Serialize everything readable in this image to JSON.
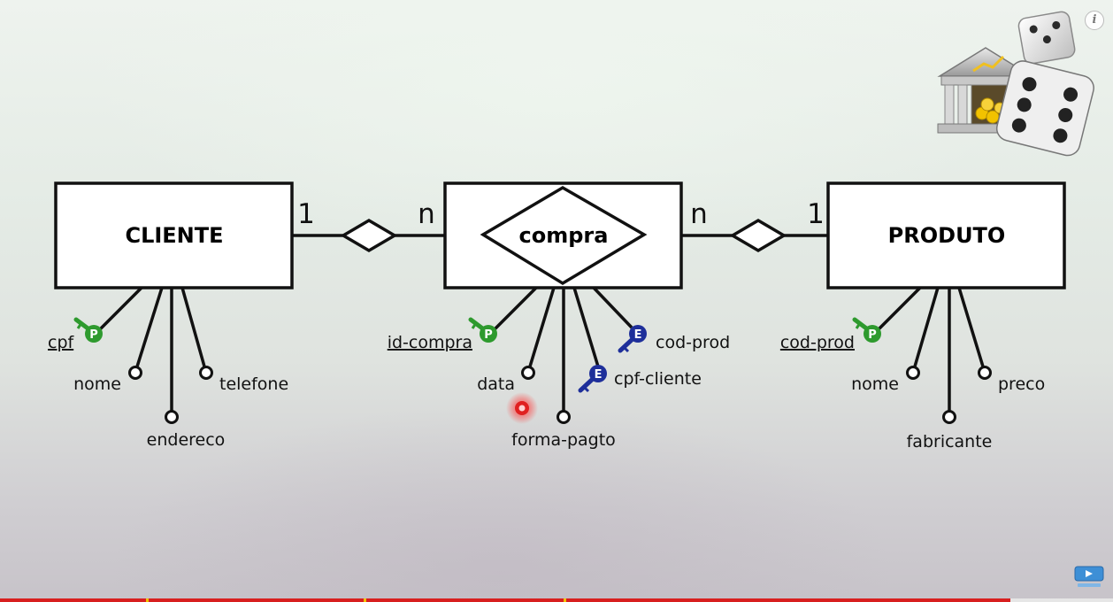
{
  "entities": {
    "cliente": "CLIENTE",
    "compra": "compra",
    "produto": "PRODUTO"
  },
  "cardinalities": {
    "cliente_side": "1",
    "compra_left": "n",
    "compra_right": "n",
    "produto_side": "1"
  },
  "attributes": {
    "cliente": {
      "cpf": "cpf",
      "nome": "nome",
      "endereco": "endereco",
      "telefone": "telefone"
    },
    "compra": {
      "id_compra": "id-compra",
      "data": "data",
      "forma_pagto": "forma-pagto",
      "cpf_cliente": "cpf-cliente",
      "cod_prod": "cod-prod"
    },
    "produto": {
      "cod_prod": "cod-prod",
      "nome": "nome",
      "fabricante": "fabricante",
      "preco": "preco"
    }
  },
  "badges": {
    "primary": "P",
    "foreign": "E"
  },
  "colors": {
    "primary_key": "#2e9a2e",
    "foreign_key": "#1e2f9a",
    "pointer": "#e02020",
    "progress": "#d81f1f",
    "chapter_mark": "#f2c200"
  },
  "icons": {
    "logo": "bank-dice-icon",
    "info": "info-icon",
    "watermark": "video-logo-icon"
  },
  "info_label": "i",
  "progress": {
    "fraction": 0.908,
    "chapter_marks": [
      0.131,
      0.327,
      0.506
    ]
  }
}
